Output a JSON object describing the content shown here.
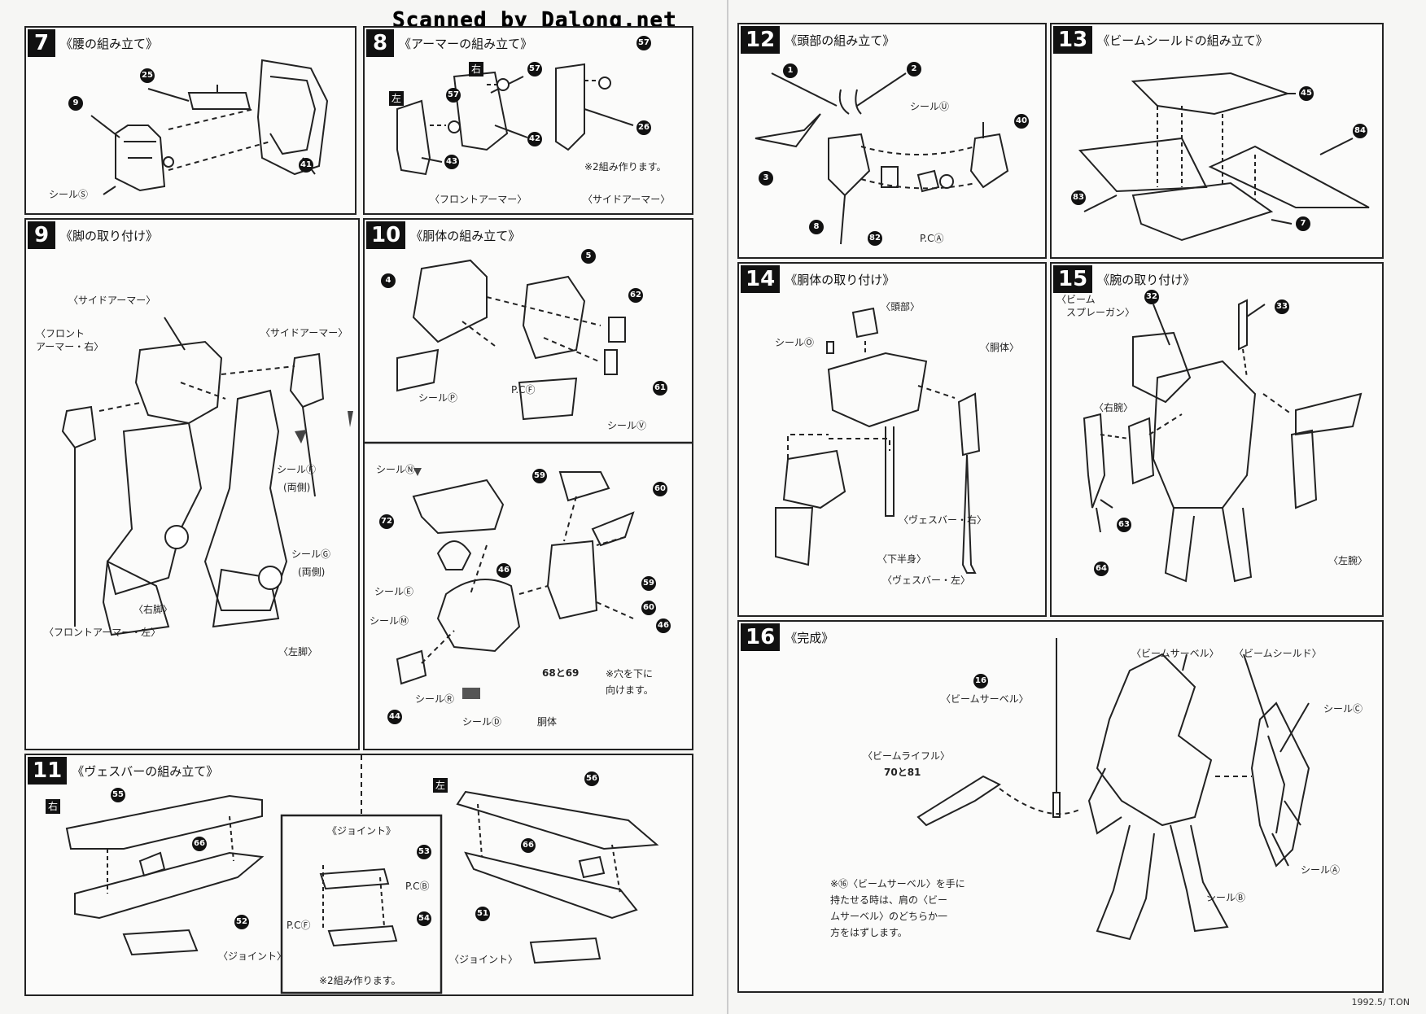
{
  "watermark": "Scanned by Dalong.net",
  "footer": "1992.5/ T.ON",
  "steps": {
    "s7": {
      "num": "7",
      "title": "《腰の組み立て》",
      "seal": "シールⓈ",
      "parts": [
        "25",
        "9",
        "41"
      ]
    },
    "s8": {
      "num": "8",
      "title": "《アーマーの組み立て》",
      "left": "左",
      "right": "右",
      "parts": [
        "57",
        "57",
        "43",
        "42",
        "57",
        "26"
      ],
      "note": "※2組み作ります。",
      "front": "〈フロントアーマー〉",
      "side": "〈サイドアーマー〉"
    },
    "s9": {
      "num": "9",
      "title": "《脚の取り付け》",
      "side_armor_1": "〈サイドアーマー〉",
      "front_right": "〈フロント\nアーマー・右〉",
      "side_armor_2": "〈サイドアーマー〉",
      "seal_f": "シールⒻ",
      "both_f": "(両側)",
      "seal_g": "シールⒼ",
      "both_g": "(両側)",
      "right_leg": "〈右脚〉",
      "front_left": "〈フロントアーマー・左〉",
      "left_leg": "〈左脚〉"
    },
    "s10": {
      "num": "10",
      "title": "《胴体の組み立て》",
      "parts_top": [
        "4",
        "5",
        "62",
        "61"
      ],
      "seal_p": "シールⓅ",
      "pc_f": "P.CⒻ",
      "seal_v": "シールⓋ",
      "seal_n": "シールⓃ",
      "seal_e": "シールⒺ",
      "seal_m": "シールⓂ",
      "seal_r": "シールⓇ",
      "seal_d": "シールⒹ",
      "torso": "胴体",
      "parts_bottom": [
        "72",
        "59",
        "60",
        "46",
        "59",
        "60",
        "46",
        "44",
        "68と69"
      ],
      "note": "※穴を下に\n向けます。"
    },
    "s11": {
      "num": "11",
      "title": "《ヴェスバーの組み立て》",
      "right": "右",
      "left": "左",
      "parts": [
        "55",
        "66",
        "52",
        "56",
        "66",
        "51"
      ],
      "joint_1": "〈ジョイント〉",
      "joint_2": "〈ジョイント〉",
      "joint_box_title": "《ジョイント》",
      "joint_parts": [
        "53",
        "54"
      ],
      "pc_b": "P.CⒷ",
      "pc_f": "P.CⒻ",
      "joint_note": "※2組み作ります。"
    },
    "s12": {
      "num": "12",
      "title": "《頭部の組み立て》",
      "parts": [
        "1",
        "2",
        "40",
        "3",
        "8",
        "82"
      ],
      "seal_u": "シールⓊ",
      "pc_a": "P.CⒶ"
    },
    "s13": {
      "num": "13",
      "title": "《ビームシールドの組み立て》",
      "parts": [
        "45",
        "84",
        "83",
        "7"
      ]
    },
    "s14": {
      "num": "14",
      "title": "《胴体の取り付け》",
      "head": "〈頭部〉",
      "seal_o": "シールⓄ",
      "body": "〈胴体〉",
      "vesbar_r": "〈ヴェスバー・右〉",
      "lower": "〈下半身〉",
      "vesbar_l": "〈ヴェスバー・左〉"
    },
    "s15": {
      "num": "15",
      "title": "《腕の取り付け》",
      "beam_spray": "〈ビーム\n　スプレーガン〉",
      "right_arm": "〈右腕〉",
      "left_arm": "〈左腕〉",
      "parts": [
        "32",
        "33",
        "63",
        "64"
      ]
    },
    "s16": {
      "num": "16",
      "title": "《完成》",
      "saber_label": "〈ビームサーベル〉",
      "shield_label": "〈ビームシールド〉",
      "saber_num": "16",
      "saber": "〈ビームサーベル〉",
      "rifle": "〈ビームライフル〉",
      "rifle_parts": "70と81",
      "seal_c": "シールⒸ",
      "seal_a": "シールⒶ",
      "seal_b": "シールⒷ",
      "note": "※⑯〈ビームサーベル〉を手に\n持たせる時は、肩の〈ビー\nムサーベル〉のどちらか一\n方をはずします。"
    }
  }
}
